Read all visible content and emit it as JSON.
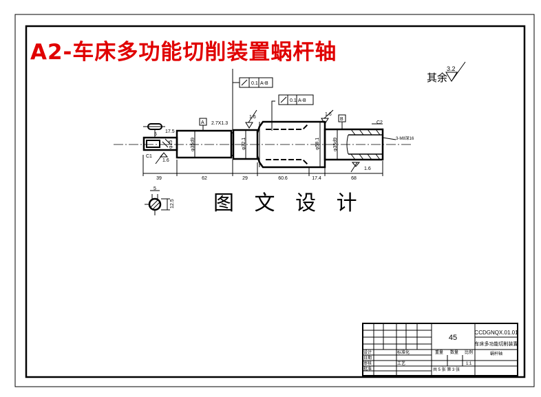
{
  "title": "A2-车床多功能切削装置蜗杆轴",
  "watermark": "图 文 设 计",
  "roughness_note": {
    "label": "其余",
    "value": "3.2"
  },
  "datums": [
    "A",
    "B"
  ],
  "tolerance_frames": [
    {
      "symbol": "runout-icon",
      "value": "0.1",
      "datum": "A-B"
    },
    {
      "symbol": "runout-icon",
      "value": "0.1",
      "datum": "A-B"
    }
  ],
  "dimensions": {
    "lengths": [
      "39",
      "62",
      "29",
      "60.6",
      "17.4",
      "68"
    ],
    "diameters": [
      "φ35d9",
      "φ32.1",
      "φ58.1",
      "φ35d9",
      "φ15"
    ],
    "groove": "2.7X1.3",
    "key_width": "5",
    "key_len": "17.5",
    "chamfers": [
      "C1",
      "C2"
    ],
    "roughness": [
      "1.6",
      "1.6",
      "1.6",
      "1.6"
    ],
    "thread_note": "3-M8深16",
    "section_depth": "12.5"
  },
  "title_block": {
    "material": "45",
    "drawing_no": "CCDGNQX.01.01",
    "assembly": "车床多功能切削装置",
    "part_name": "蜗杆轴",
    "labels": [
      "设计",
      "标准化",
      "审核",
      "工艺",
      "批准",
      "日期"
    ],
    "weight_label": "重量",
    "qty_label": "数量",
    "scale_label": "比例",
    "scale": "1:1",
    "sheets": "共 5 张 第 3 张"
  },
  "colors": {
    "title": "#e00000",
    "line": "#000000"
  }
}
